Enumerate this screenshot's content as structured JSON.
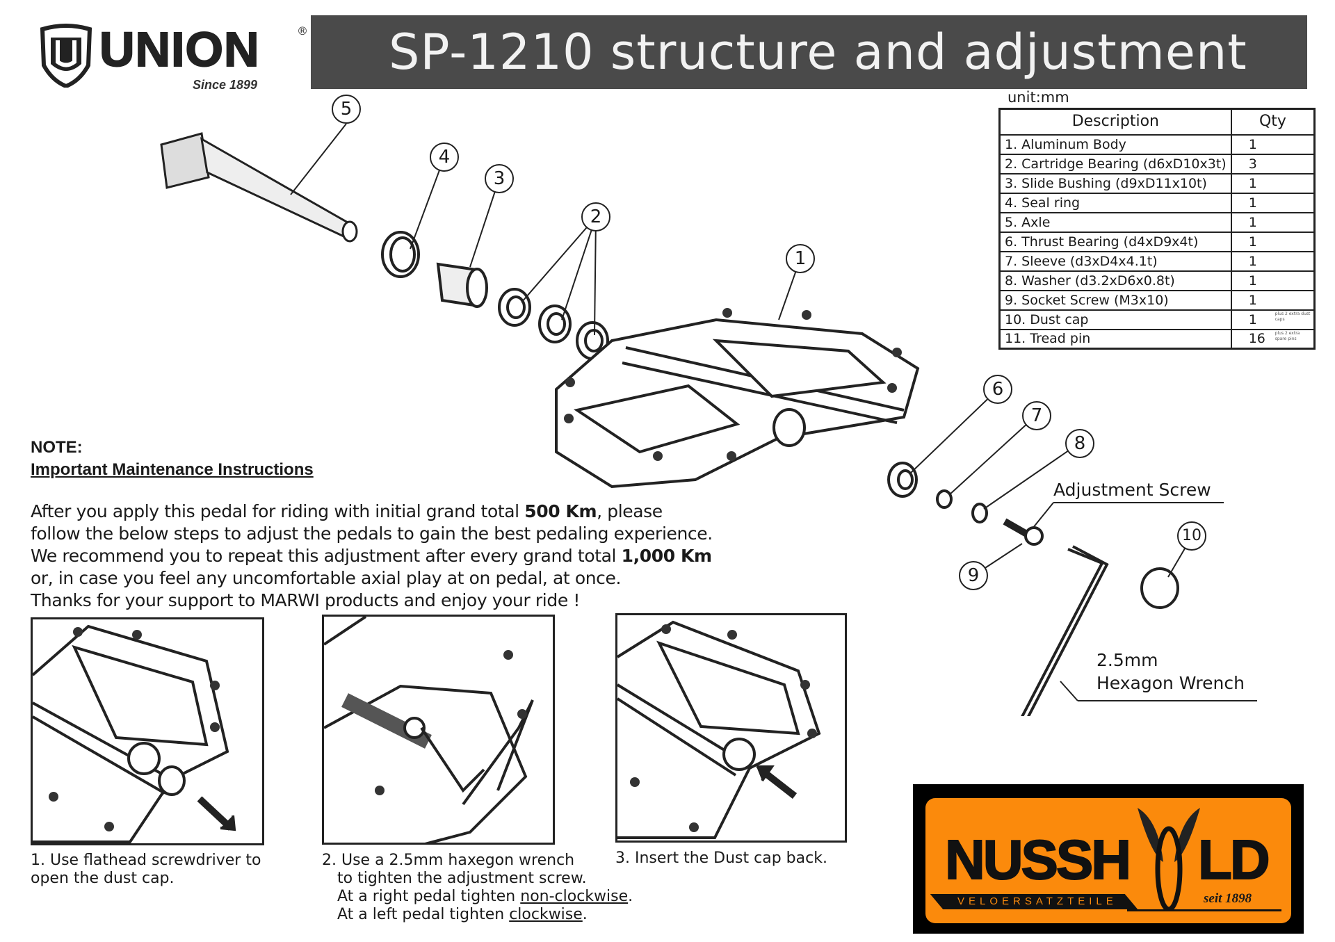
{
  "header": {
    "brand": "UNION",
    "brand_reg": "®",
    "brand_since": "Since 1899",
    "title": "SP-1210 structure and adjustment"
  },
  "parts_table": {
    "unit": "unit:mm",
    "headers": [
      "Description",
      "Qty"
    ],
    "rows": [
      {
        "description": "1. Aluminum Body",
        "qty": "1",
        "note": ""
      },
      {
        "description": "2. Cartridge Bearing (d6xD10x3t)",
        "qty": "3",
        "note": ""
      },
      {
        "description": "3. Slide Bushing (d9xD11x10t)",
        "qty": "1",
        "note": ""
      },
      {
        "description": "4. Seal ring",
        "qty": "1",
        "note": ""
      },
      {
        "description": "5. Axle",
        "qty": "1",
        "note": ""
      },
      {
        "description": "6. Thrust Bearing (d4xD9x4t)",
        "qty": "1",
        "note": ""
      },
      {
        "description": "7. Sleeve (d3xD4x4.1t)",
        "qty": "1",
        "note": ""
      },
      {
        "description": "8. Washer (d3.2xD6x0.8t)",
        "qty": "1",
        "note": ""
      },
      {
        "description": "9. Socket Screw (M3x10)",
        "qty": "1",
        "note": ""
      },
      {
        "description": "10. Dust cap",
        "qty": "1",
        "note": "plus 2 extra dust caps"
      },
      {
        "description": "11. Tread pin",
        "qty": "16",
        "note": "plus 2 extra spare pins"
      }
    ]
  },
  "diagram": {
    "callouts": [
      "1",
      "2",
      "3",
      "4",
      "5",
      "6",
      "7",
      "8",
      "9",
      "10"
    ],
    "adjustment_screw_label": "Adjustment Screw",
    "wrench_label_1": "2.5mm",
    "wrench_label_2": "Hexagon Wrench"
  },
  "note": {
    "title": "NOTE:",
    "subtitle": "Important Maintenance Instructions",
    "p1a": "After you apply this pedal for riding with initial grand total ",
    "p1b": "500 Km",
    "p1c": ", please",
    "p2": "follow the below steps to adjust the pedals to gain the best pedaling experience.",
    "p3a": "We recommend you to repeat this adjustment after every grand total ",
    "p3b": "1,000 Km",
    "p4": "or, in case you feel any uncomfortable axial play at on pedal, at once.",
    "p5": "Thanks for your support to MARWI products and enjoy your ride !"
  },
  "steps": [
    {
      "line1": "1. Use flathead screwdriver to",
      "line2": "open the dust cap."
    },
    {
      "line1": "2. Use a 2.5mm haxegon wrench",
      "line2": "to tighten the adjustment screw.",
      "line3a": "At a right pedal tighten ",
      "line3b": "non-clockwise",
      "line3c": ".",
      "line4a": "At a left pedal tighten ",
      "line4b": "clockwise",
      "line4c": "."
    },
    {
      "line1": "3. Insert the Dust cap back."
    }
  ],
  "dealer_logo": {
    "name_left": "NUSSH",
    "name_right": "LD",
    "tagline": "VELOERSATZTEILE",
    "since": "seit 1898",
    "colors": {
      "bg": "#000000",
      "orange": "#fb8a0c"
    }
  }
}
